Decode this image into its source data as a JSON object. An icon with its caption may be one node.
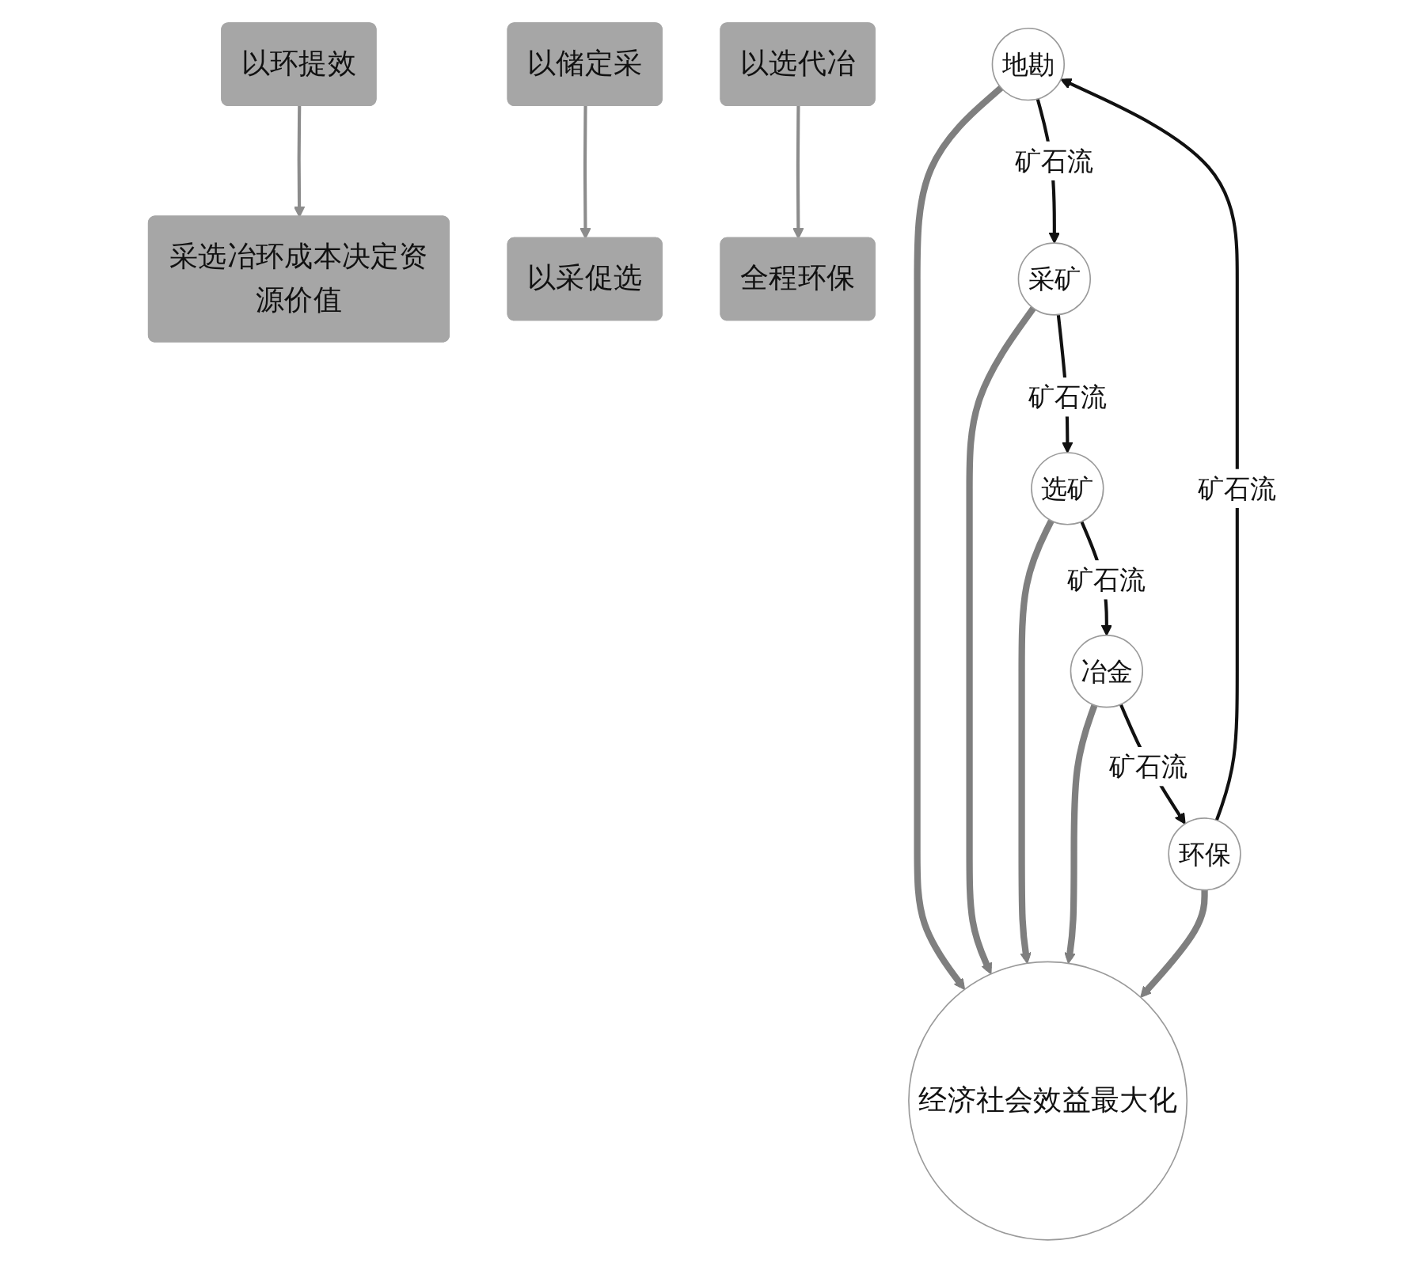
{
  "diagram": {
    "nodes": [
      {
        "text": [
          "采选冶环成本决定资源价值"
        ]
      },
      {
        "text": [
          "以储定采"
        ]
      },
      {
        "text": [
          "以采促选"
        ]
      },
      {
        "text": [
          "以选代冶"
        ]
      },
      {
        "text": [
          "全程环保"
        ]
      },
      {
        "text": [
          "以环提效"
        ]
      },
      {
        "text": [
          "地勘"
        ]
      },
      {
        "text": [
          "采矿"
        ]
      },
      {
        "text": [
          "选矿"
        ]
      },
      {
        "text": [
          "冶金"
        ]
      },
      {
        "text": [
          "环保"
        ]
      },
      {
        "text": [
          "经济社会效益最大化"
        ]
      }
    ],
    "edges": [
      {
        "from": 5,
        "to": 0,
        "arrow": "to",
        "color": "#8c8c8c"
      },
      {
        "from": 1,
        "to": 2,
        "arrow": "to",
        "color": "#8c8c8c"
      },
      {
        "from": 3,
        "to": 4,
        "arrow": "to",
        "color": "#8c8c8c"
      },
      {
        "from": 6,
        "to": 7,
        "arrow": "to",
        "label": "矿石流"
      },
      {
        "from": 7,
        "to": 8,
        "arrow": "to",
        "label": "矿石流"
      },
      {
        "from": 8,
        "to": 9,
        "arrow": "to",
        "label": "矿石流"
      },
      {
        "from": 9,
        "to": 10,
        "arrow": "to",
        "label": "矿石流"
      },
      {
        "from": 10,
        "to": 6,
        "arrow": "to",
        "label": "矿石流"
      },
      {
        "from": 6,
        "to": 11,
        "arrow": "to",
        "style": "thick",
        "color": "#7f7f7f"
      },
      {
        "from": 7,
        "to": 11,
        "arrow": "to",
        "style": "thick",
        "color": "#7f7f7f"
      },
      {
        "from": 8,
        "to": 11,
        "arrow": "to",
        "style": "thick",
        "color": "#7f7f7f"
      },
      {
        "from": 9,
        "to": 11,
        "arrow": "to",
        "style": "thick",
        "color": "#7f7f7f"
      },
      {
        "from": 10,
        "to": 11,
        "arrow": "to",
        "style": "thick",
        "color": "#7f7f7f"
      }
    ]
  }
}
